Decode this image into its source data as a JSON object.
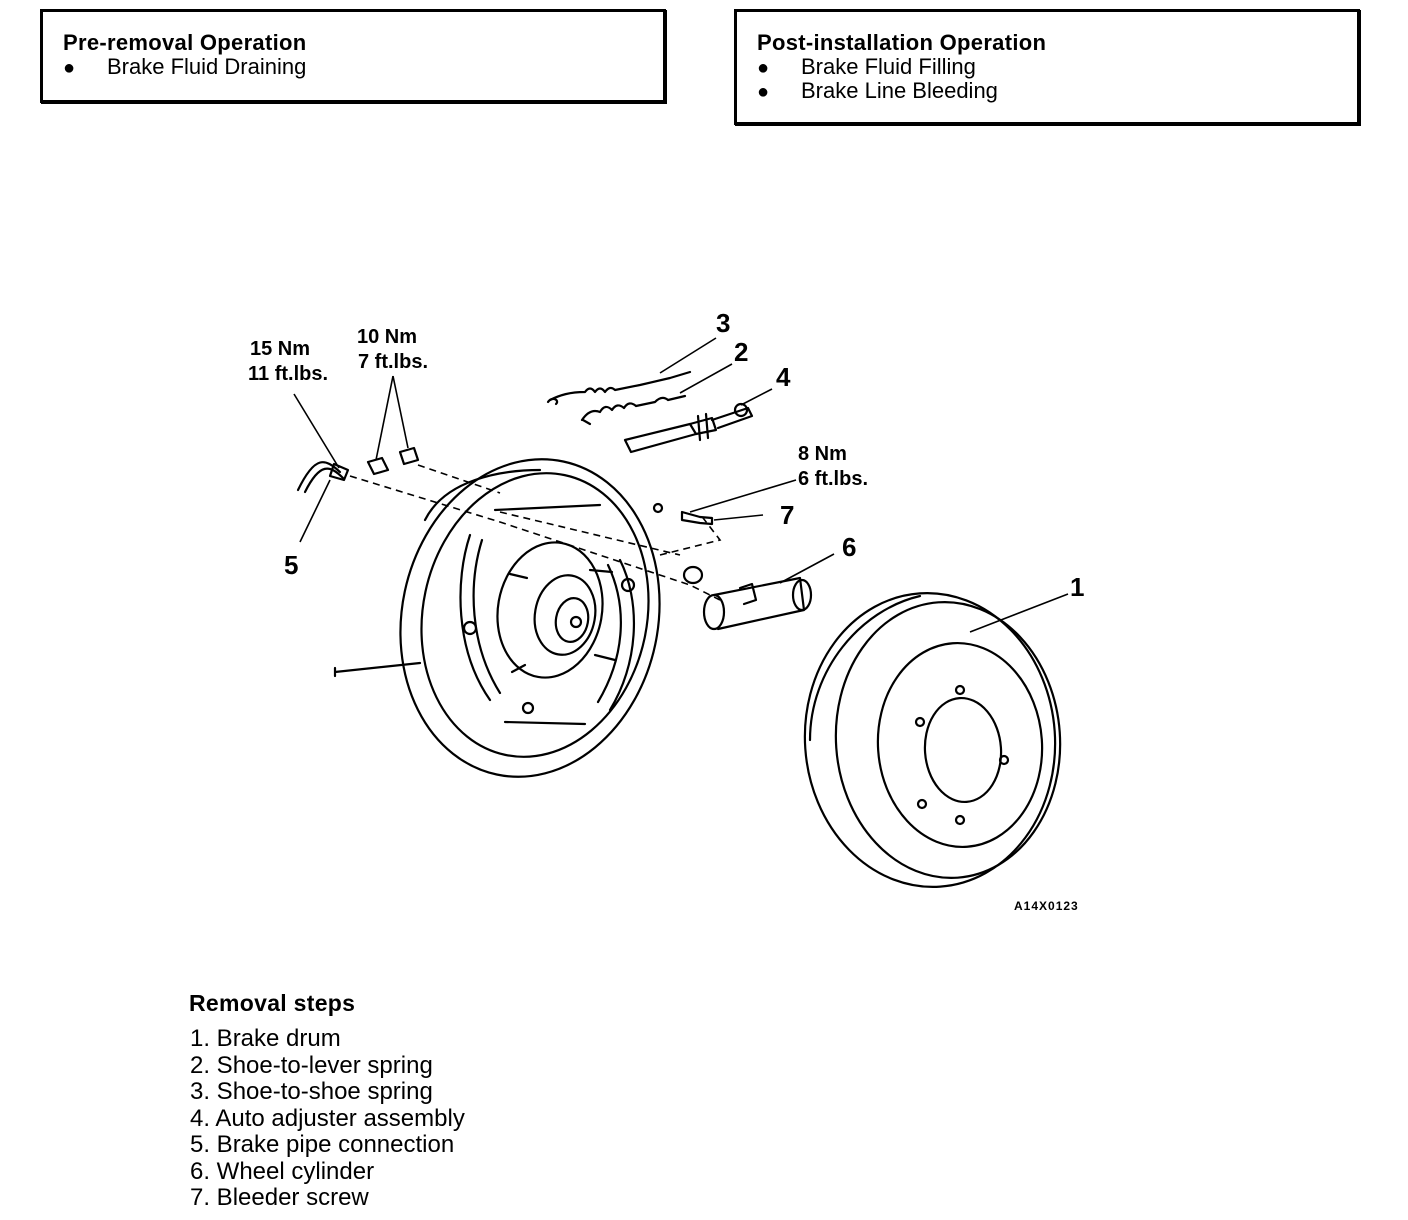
{
  "pre_removal": {
    "title": "Pre-removal  Operation",
    "items": [
      "Brake  Fluid  Draining"
    ]
  },
  "post_installation": {
    "title": "Post-installation  Operation",
    "items": [
      "Brake  Fluid  Filling",
      "Brake  Line  Bleeding"
    ]
  },
  "bullet": "●",
  "diagram": {
    "callouts": [
      "1",
      "2",
      "3",
      "4",
      "5",
      "6",
      "7"
    ],
    "torque_pipe": [
      "15 Nm",
      "11 ft.lbs."
    ],
    "torque_backplate": [
      "10 Nm",
      "7 ft.lbs."
    ],
    "torque_bleeder": [
      "8 Nm",
      "6 ft.lbs."
    ],
    "figure_id": "A14X0123"
  },
  "removal": {
    "title": "Removal  steps",
    "steps": [
      "1.  Brake  drum",
      "2.  Shoe-to-lever  spring",
      "3.  Shoe-to-shoe  spring",
      "4.  Auto  adjuster  assembly",
      "5.  Brake  pipe  connection",
      "6.  Wheel  cylinder",
      "7.  Bleeder  screw"
    ]
  }
}
